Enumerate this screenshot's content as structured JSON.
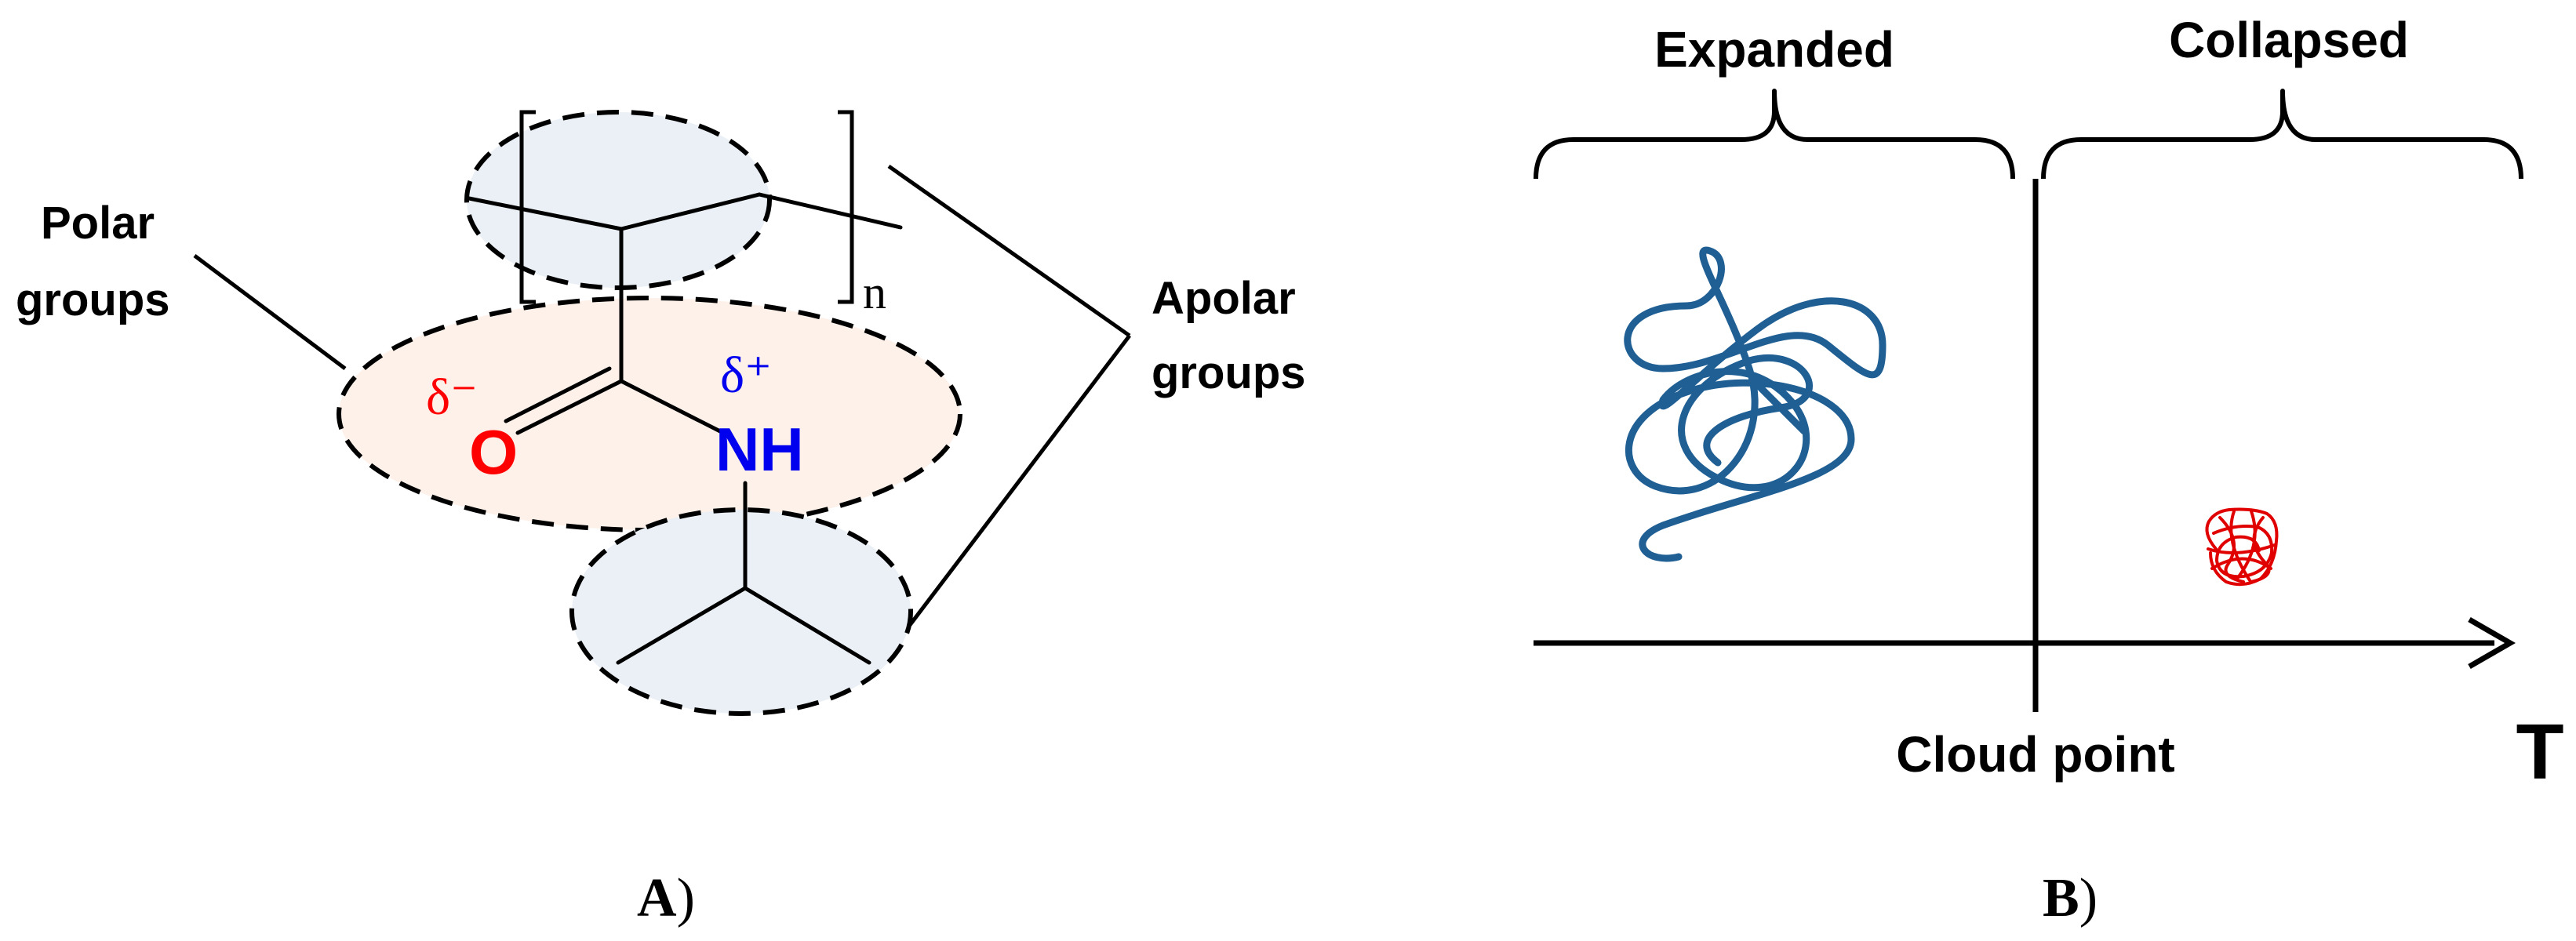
{
  "panel_a": {
    "caption_letter": "A",
    "caption_paren": ")",
    "polar_label_line1": "Polar",
    "polar_label_line2": "groups",
    "apolar_label_line1": "Apolar",
    "apolar_label_line2": "groups",
    "delta_minus": "δ⁻",
    "delta_plus": "δ⁺",
    "oxygen": "O",
    "nh": "NH",
    "repeat_subscript": "n",
    "colors": {
      "polar_fill": "#fdf1ea",
      "apolar_fill": "#eaf0f5",
      "oxygen": "#ff0000",
      "nitrogen": "#0000ee"
    }
  },
  "panel_b": {
    "caption_letter": "B",
    "caption_paren": ")",
    "expanded_label": "Expanded",
    "collapsed_label": "Collapsed",
    "cloud_point_label": "Cloud point",
    "axis_label": "T",
    "colors": {
      "expanded_coil": "#1f5f94",
      "collapsed_globule": "#e00000"
    }
  }
}
